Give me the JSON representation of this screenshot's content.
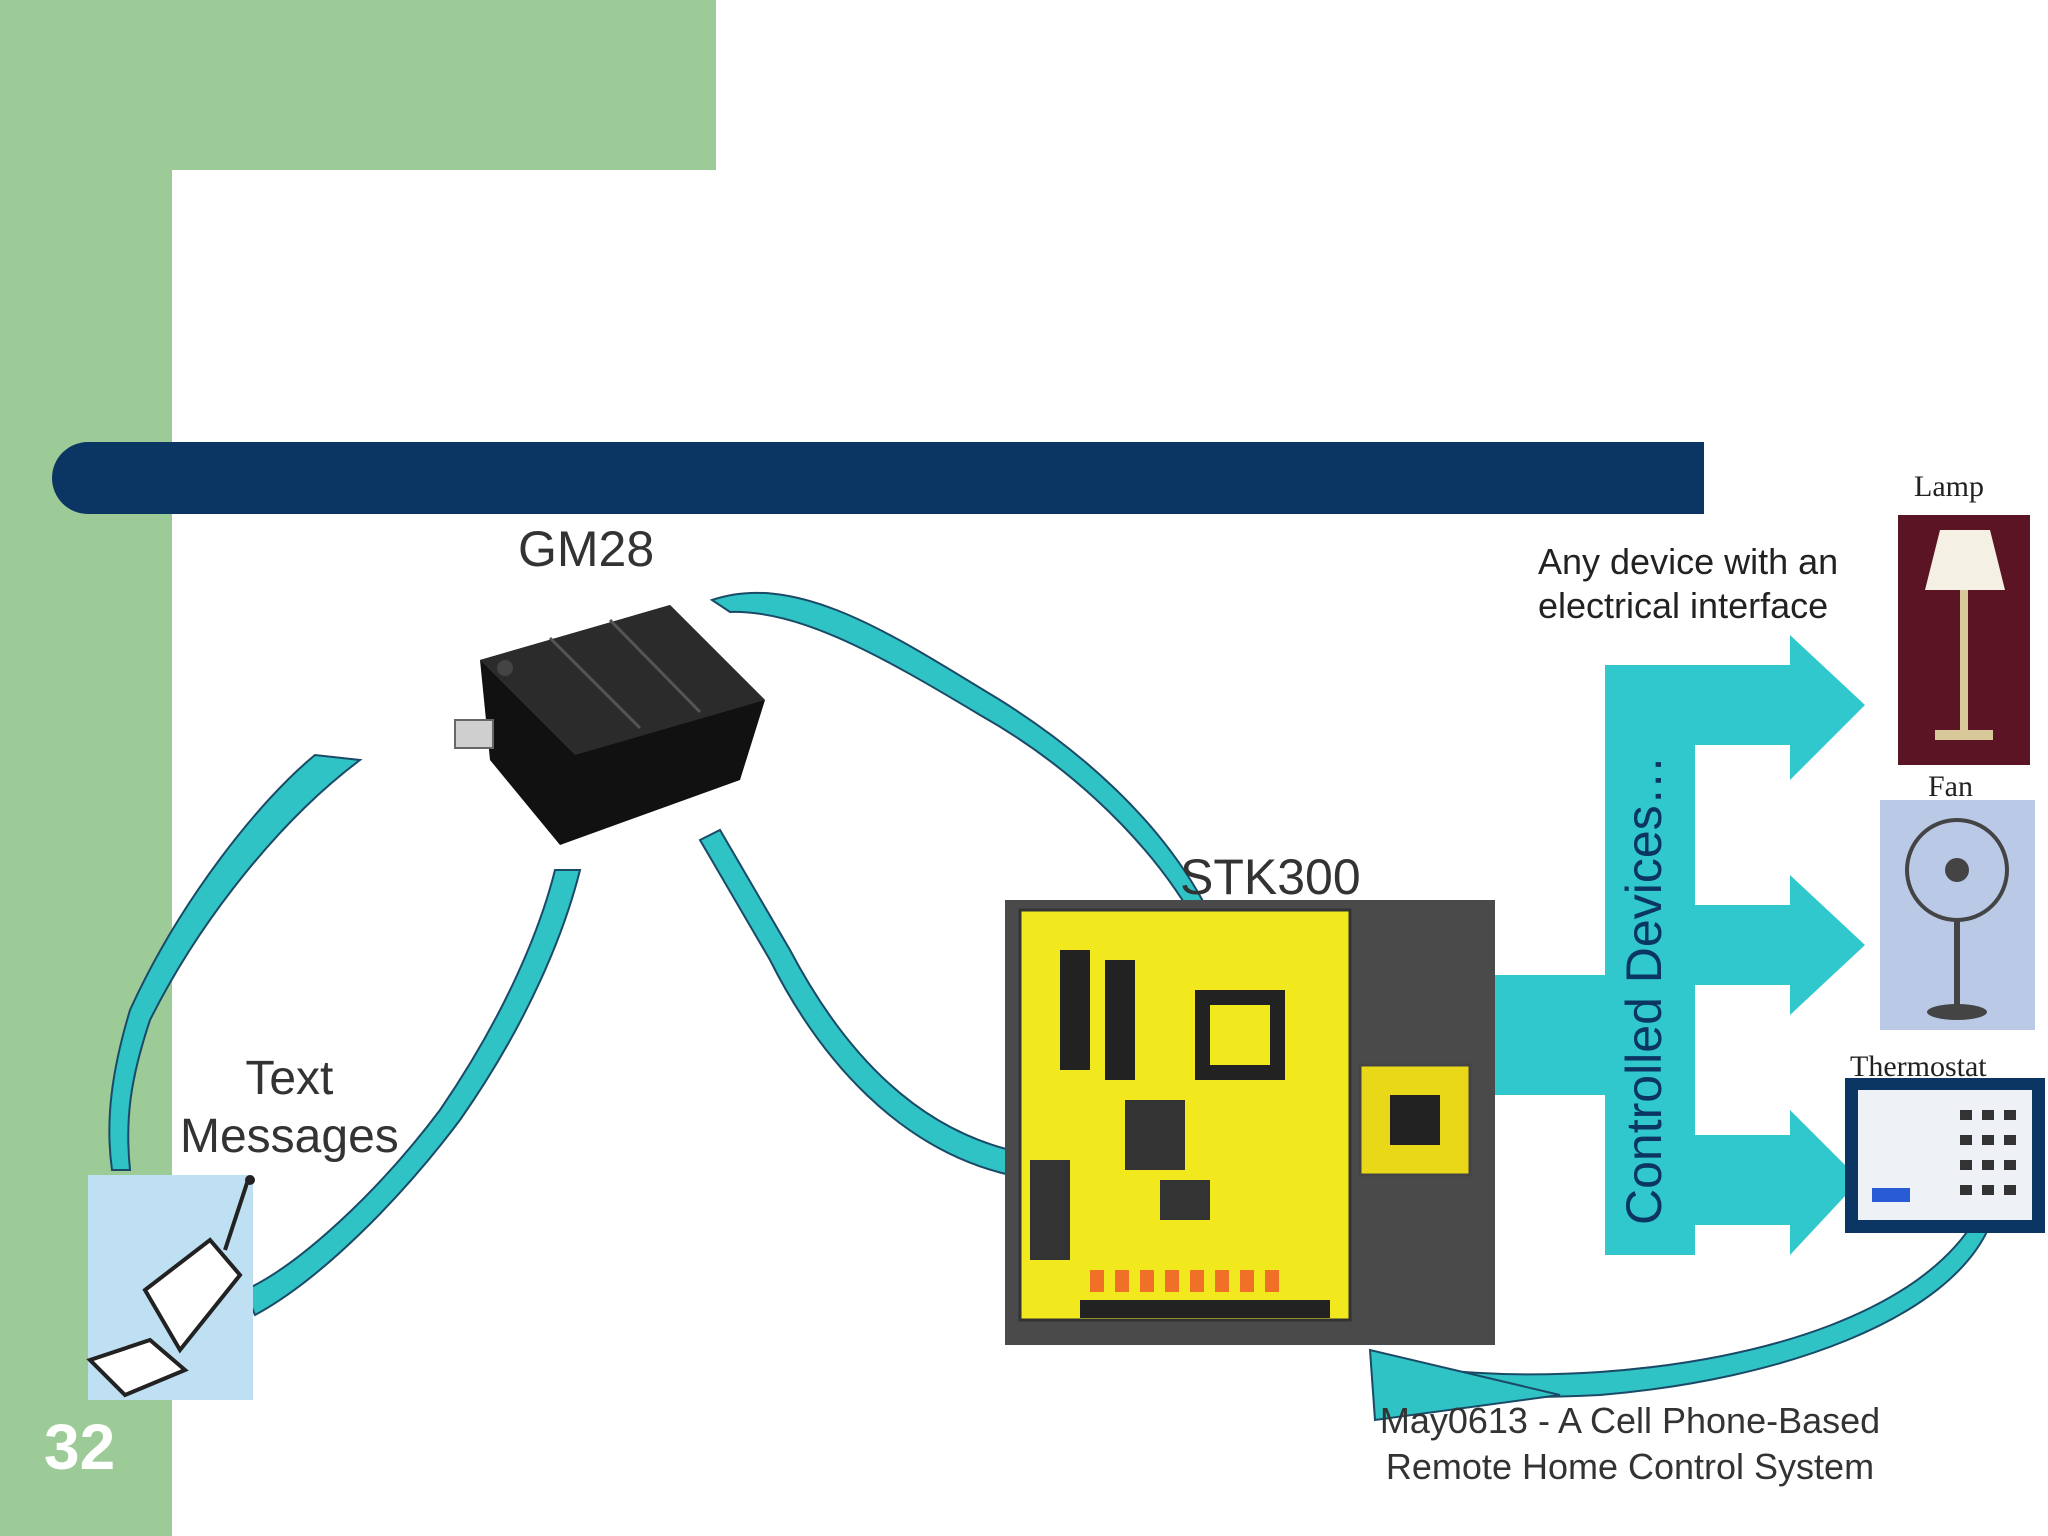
{
  "slide": {
    "number": "32"
  },
  "labels": {
    "gm28": "GM28",
    "stk300": "STK300",
    "text_messages_line1": "Text",
    "text_messages_line2": "Messages",
    "any_device_line1": "Any device with an",
    "any_device_line2": "electrical interface",
    "controlled_devices": "Controlled Devices…",
    "lamp": "Lamp",
    "fan": "Fan",
    "thermostat": "Thermostat"
  },
  "caption": {
    "line1": "May0613 - A Cell Phone-Based",
    "line2": "Remote Home Control System"
  },
  "colors": {
    "green": "#9dcb98",
    "navy": "#0b3563",
    "teal": "#30c8cc",
    "arrow_teal": "#2fc3c6"
  }
}
